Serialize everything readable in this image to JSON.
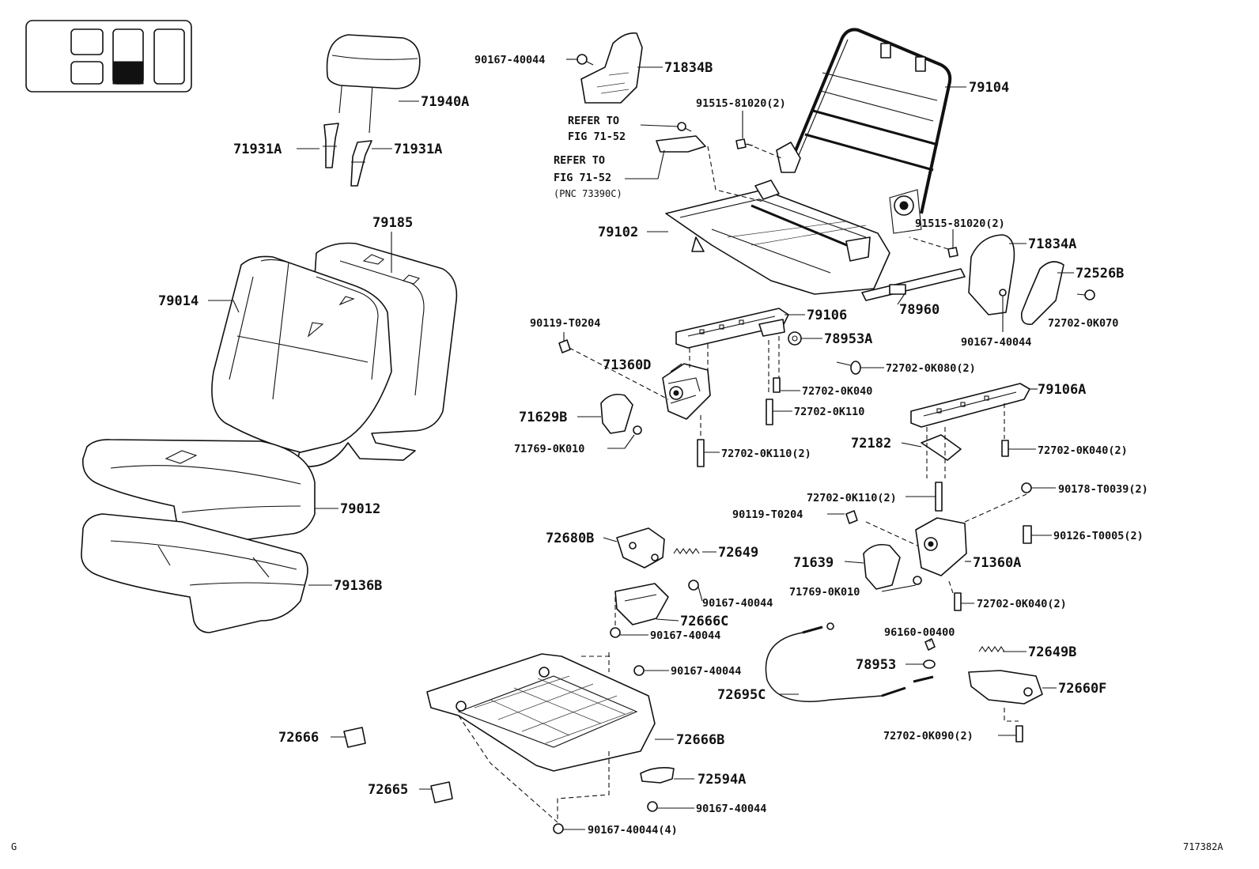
{
  "figure_code": "717382A",
  "corner_mark": "G",
  "refer_notes": [
    {
      "line1": "REFER TO",
      "line2": "FIG 71-52",
      "line3": ""
    },
    {
      "line1": "REFER TO",
      "line2": "FIG 71-52",
      "line3": "(PNC 73390C)"
    }
  ],
  "labels": {
    "p71940A": "71940A",
    "p71931A_l": "71931A",
    "p71931A_r": "71931A",
    "p79185": "79185",
    "p79014": "79014",
    "p79012": "79012",
    "p79136B": "79136B",
    "p90167_40044_a": "90167-40044",
    "p71834B": "71834B",
    "p79104": "79104",
    "p91515_81020_a": "91515-81020(2)",
    "p79102": "79102",
    "p91515_81020_b": "91515-81020(2)",
    "p71834A": "71834A",
    "p72526B": "72526B",
    "p78960": "78960",
    "p72702_0K070": "72702-0K070",
    "p90167_40044_b": "90167-40044",
    "p79106": "79106",
    "p78953A": "78953A",
    "p90119_T0204_a": "90119-T0204",
    "p71360D": "71360D",
    "p72702_0K080": "72702-0K080(2)",
    "p72702_0K040_a": "72702-0K040",
    "p72702_0K110_a": "72702-0K110",
    "p71629B": "71629B",
    "p71769_0K010_a": "71769-0K010",
    "p72702_0K110_b": "72702-0K110(2)",
    "p79106A": "79106A",
    "p72182": "72182",
    "p72702_0K040_b": "72702-0K040(2)",
    "p72702_0K110_c": "72702-0K110(2)",
    "p90178_T0039": "90178-T0039(2)",
    "p90119_T0204_b": "90119-T0204",
    "p90126_T0005": "90126-T0005(2)",
    "p72680B": "72680B",
    "p72649": "72649",
    "p71639": "71639",
    "p71360A": "71360A",
    "p71769_0K010_b": "71769-0K010",
    "p90167_40044_c": "90167-40044",
    "p72702_0K040_c": "72702-0K040(2)",
    "p72666C": "72666C",
    "p90167_40044_d": "90167-40044",
    "p96160_00400": "96160-00400",
    "p72649B": "72649B",
    "p90167_40044_e": "90167-40044",
    "p78953": "78953",
    "p72695C": "72695C",
    "p72660F": "72660F",
    "p72702_0K090": "72702-0K090(2)",
    "p72666": "72666",
    "p72666B": "72666B",
    "p72594A": "72594A",
    "p72665": "72665",
    "p90167_40044_f": "90167-40044",
    "p90167_40044_g": "90167-40044(4)"
  }
}
